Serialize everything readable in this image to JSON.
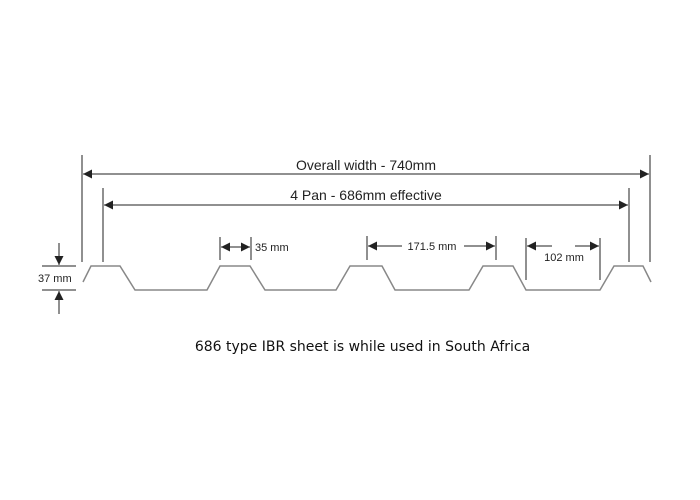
{
  "diagram": {
    "overall_width_label": "Overall width - 740mm",
    "effective_width_label": "4 Pan - 686mm effective",
    "rib_top_label": "35 mm",
    "pitch_label": "171.5 mm",
    "pan_label": "102 mm",
    "height_label": "37 mm",
    "line_color": "#888888",
    "dim_color": "#222222"
  },
  "caption": "686 type IBR sheet is while used in South Africa"
}
